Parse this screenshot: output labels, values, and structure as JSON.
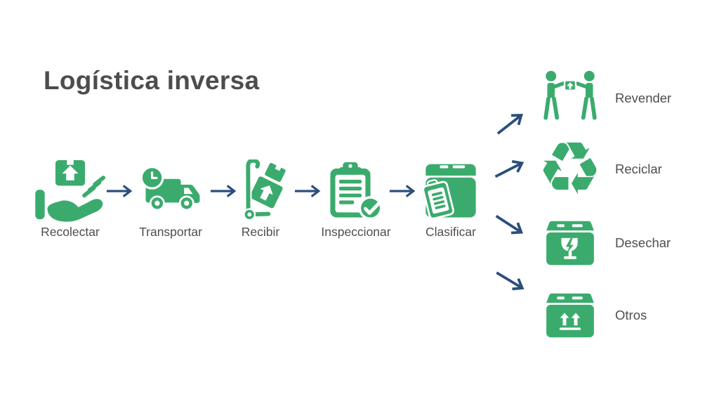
{
  "title": "Logística inversa",
  "palette": {
    "green": "#3BAB6D",
    "navy_arrow": "#2C4E7D",
    "heading_text": "#4D4D4D",
    "label_text": "#4E4E4E",
    "background": "#FFFFFF"
  },
  "process_steps": [
    {
      "label": "Recolectar",
      "icon": "hand-holding-box-icon"
    },
    {
      "label": "Transportar",
      "icon": "delivery-truck-clock-icon"
    },
    {
      "label": "Recibir",
      "icon": "hand-truck-boxes-icon"
    },
    {
      "label": "Inspeccionar",
      "icon": "clipboard-check-icon"
    },
    {
      "label": "Clasificar",
      "icon": "box-clipboard-icon"
    }
  ],
  "outcomes": [
    {
      "label": "Revender",
      "icon": "people-exchanging-box-icon"
    },
    {
      "label": "Reciclar",
      "icon": "recycling-symbol-icon",
      "glyph": "♻"
    },
    {
      "label": "Desechar",
      "icon": "fragile-box-icon"
    },
    {
      "label": "Otros",
      "icon": "box-arrows-up-icon"
    }
  ]
}
